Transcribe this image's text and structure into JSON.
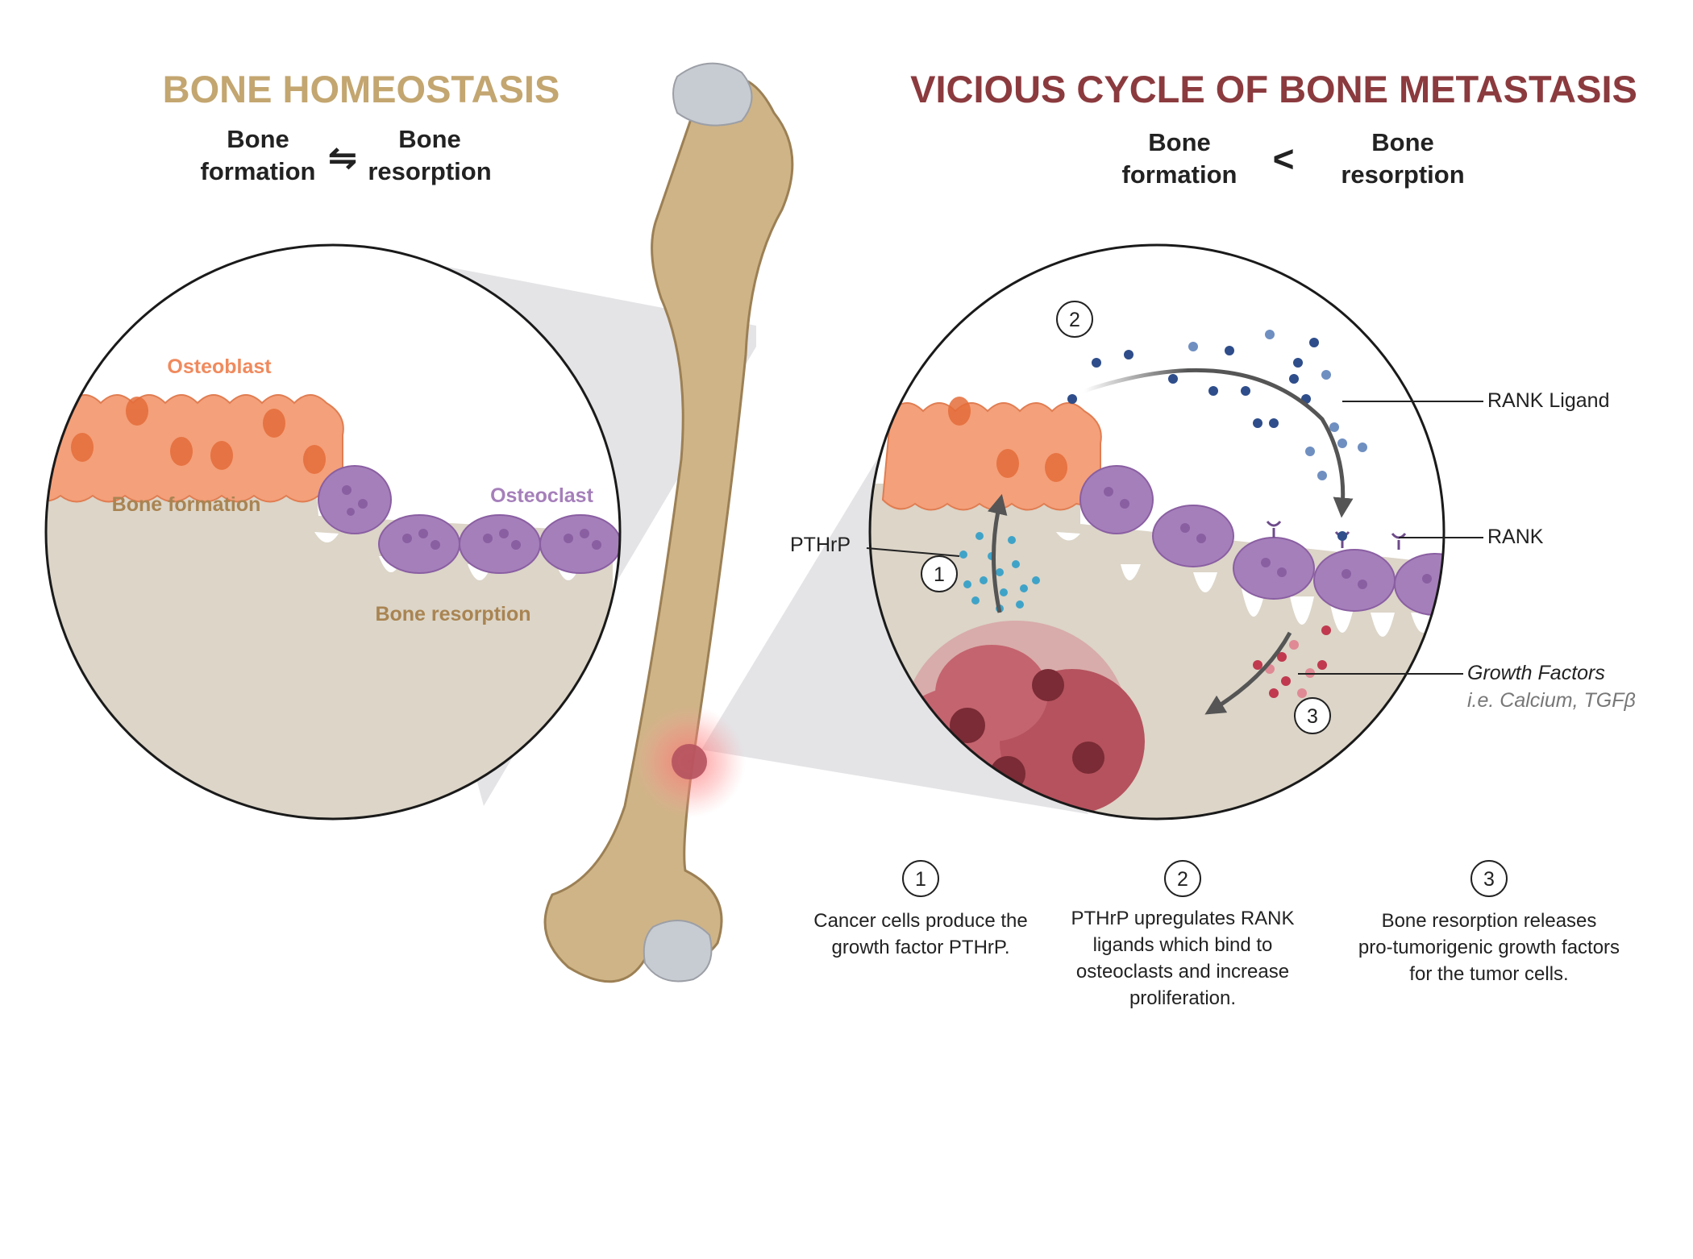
{
  "left_panel": {
    "title": "BONE HOMEOSTASIS",
    "balance": {
      "formation_line1": "Bone",
      "formation_line2": "formation",
      "symbol": "⇋",
      "resorption_line1": "Bone",
      "resorption_line2": "resorption"
    },
    "labels": {
      "osteoblast": "Osteoblast",
      "osteoclast": "Osteoclast",
      "bone_formation": "Bone formation",
      "bone_resorption": "Bone resorption"
    }
  },
  "right_panel": {
    "title": "VICIOUS CYCLE OF BONE METASTASIS",
    "balance": {
      "formation_line1": "Bone",
      "formation_line2": "formation",
      "symbol": "<",
      "resorption_line1": "Bone",
      "resorption_line2": "resorption"
    },
    "callouts": {
      "pthrp": "PTHrP",
      "rank_ligand": "RANK Ligand",
      "rank": "RANK",
      "growth_factors": "Growth Factors",
      "growth_factors_examples": "i.e. Calcium, TGFβ"
    },
    "markers": [
      "1",
      "2",
      "3"
    ]
  },
  "steps": [
    {
      "number": "1",
      "lines": [
        "Cancer cells produce the",
        "growth factor PTHrP."
      ]
    },
    {
      "number": "2",
      "lines": [
        "PTHrP upregulates RANK",
        "ligands which bind to",
        "osteoclasts and increase",
        "proliferation."
      ]
    },
    {
      "number": "3",
      "lines": [
        "Bone resorption releases",
        "pro-tumorigenic growth factors",
        "for the tumor cells."
      ]
    }
  ],
  "colors": {
    "left_title": "#c3a670",
    "right_title": "#8b3a3e",
    "osteoblast": "#f4a07a",
    "osteoclast": "#a57fba",
    "bone_label": "#a98452",
    "bone_matrix": "#dcd5c8",
    "femur": "#cfb487",
    "tumor": "#b5525e",
    "rank_ligand": "#2e4d8a",
    "pthrp": "#3fa3c8",
    "growth_factor": "#c0394f"
  }
}
